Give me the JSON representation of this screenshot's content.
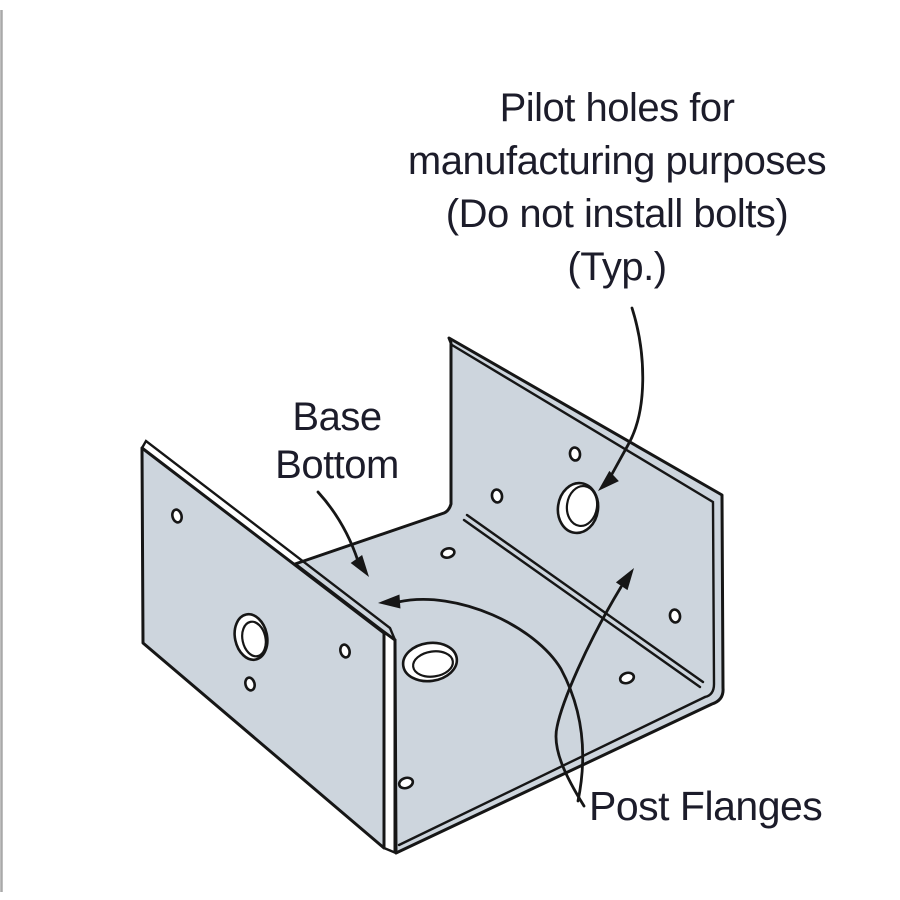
{
  "figure": {
    "type": "technical-illustration",
    "subject": "Sheet-metal post base connector, isometric line drawing",
    "labels": {
      "pilot": {
        "lines": [
          "Pilot holes for",
          "manufacturing purposes",
          "(Do not install bolts)",
          "(Typ.)"
        ]
      },
      "base_bottom": {
        "lines": [
          "Base",
          "Bottom"
        ]
      },
      "post_flanges": {
        "text": "Post Flanges"
      }
    },
    "parts": [
      "post-flange-left",
      "post-flange-right",
      "base-bottom"
    ],
    "holes": {
      "large_flange_pilot_holes_visible": 2,
      "large_base_bottom_hole_visible": 1,
      "small_holes_visible": 9
    },
    "colors": {
      "metal": "#cdd5dd",
      "line": "#161616",
      "text": "#1c1c2a",
      "page_border": "#a9a9a9",
      "background": "#ffffff"
    }
  }
}
